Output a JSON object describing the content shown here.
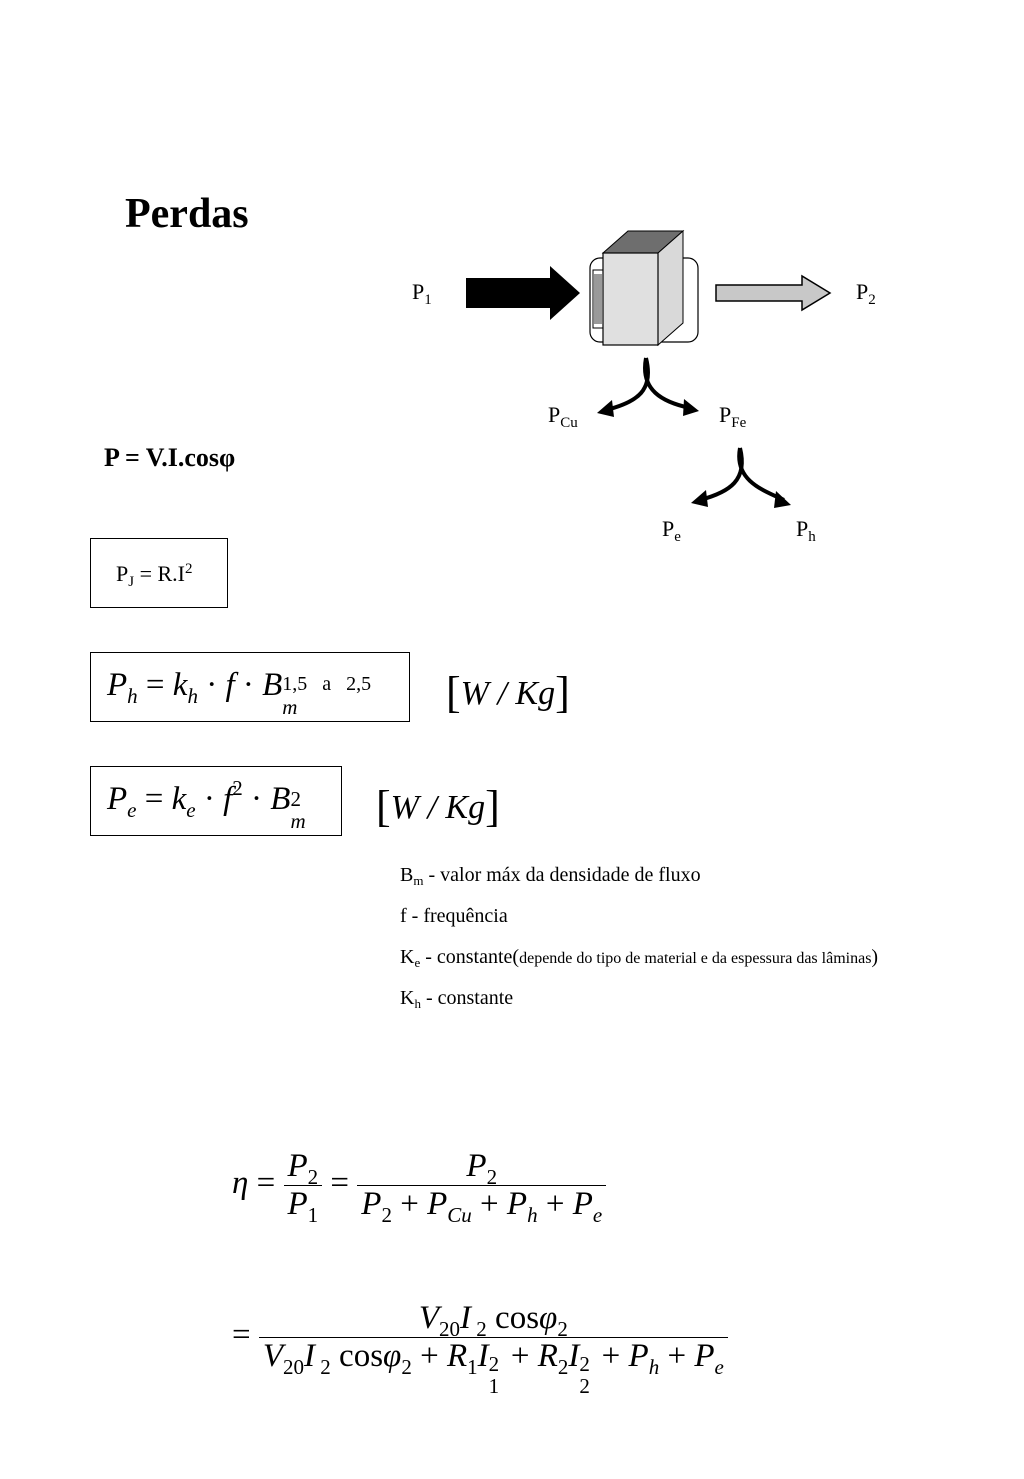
{
  "title": "Perdas",
  "diagram": {
    "input_label": "P",
    "input_sub": "1",
    "output_label": "P",
    "output_sub": "2",
    "copper_label": "P",
    "copper_sub": "Cu",
    "iron_label": "P",
    "iron_sub": "Fe",
    "eddy_label": "P",
    "eddy_sub": "e",
    "hyst_label": "P",
    "hyst_sub": "h"
  },
  "power_formula": "P  = V.I.cosφ",
  "joule": {
    "base": "P",
    "sub": "J",
    "rest": " = R.I",
    "sup": "2"
  },
  "hysteresis": {
    "lhs": "P",
    "lhs_sub": "h",
    "k": "k",
    "k_sub": "h",
    "f": "f",
    "B": "B",
    "B_sub": "m",
    "exp": "1,5   a   2,5",
    "unit": "W / Kg"
  },
  "eddy": {
    "lhs": "P",
    "lhs_sub": "e",
    "k": "k",
    "k_sub": "e",
    "f": "f",
    "f_sup": "2",
    "B": "B",
    "B_sub": "m",
    "B_sup": "2",
    "unit": "W / Kg"
  },
  "legend": [
    {
      "sym": "B",
      "sub": "m",
      "text": " - valor máx da densidade de fluxo"
    },
    {
      "sym": "f",
      "sub": "",
      "text": " - frequência"
    },
    {
      "sym": "K",
      "sub": "e",
      "text": " - constante(",
      "small": "depende do tipo de material e da espessura das lâminas",
      "close": ")"
    },
    {
      "sym": "K",
      "sub": "h",
      "text": " - constante"
    }
  ],
  "efficiency": {
    "eta": "η",
    "f1_num": "P",
    "f1_num_sub": "2",
    "f1_den": "P",
    "f1_den_sub": "1",
    "f2_num": "P",
    "f2_num_sub": "2"
  }
}
